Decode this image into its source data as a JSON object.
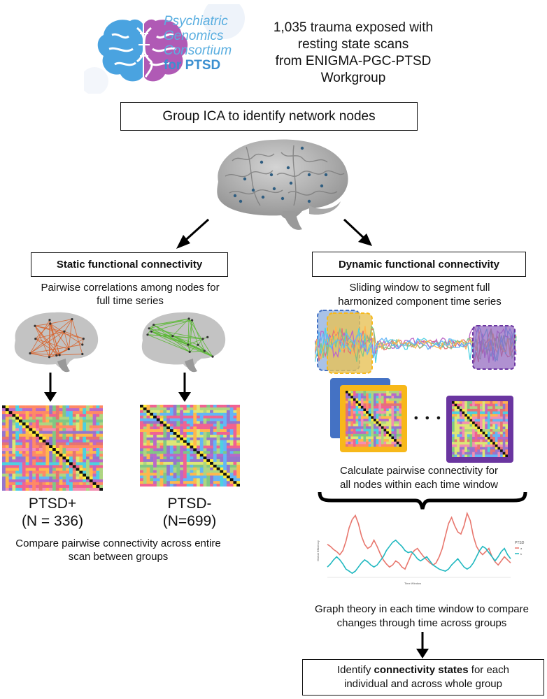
{
  "logo": {
    "line1": "Psychiatric",
    "line2": "Genomics",
    "line3": "Consortium",
    "line4": "for PTSD"
  },
  "intro": {
    "lines": [
      "1,035 trauma exposed with",
      "resting state scans",
      "from ENIGMA-PGC-PTSD",
      "Workgroup"
    ]
  },
  "ica_box": "Group ICA to identify network nodes",
  "static": {
    "title": "Static functional connectivity",
    "desc_lines": [
      "Pairwise correlations among nodes for",
      "full time series"
    ],
    "group_plus": {
      "label": "PTSD+",
      "n": "(N = 336)"
    },
    "group_minus": {
      "label": "PTSD-",
      "n": "(N=699)"
    },
    "compare_lines": [
      "Compare pairwise connectivity across entire",
      "scan between groups"
    ]
  },
  "dynamic": {
    "title": "Dynamic functional connectivity",
    "desc_lines": [
      "Sliding window to segment full",
      "harmonized component time series"
    ],
    "ellipsis": "• • •",
    "calc_lines": [
      "Calculate pairwise connectivity for",
      "all nodes within each time window"
    ],
    "graph_lines": [
      "Graph theory in each time window to compare",
      "changes through time across groups"
    ],
    "identify_pre": "Identify ",
    "identify_bold": "connectivity states",
    "identify_post": " for each",
    "identify_line2": "individual and across whole group"
  },
  "chart_data": {
    "type": "line",
    "xlabel": "Time Window",
    "ylabel": "Global Efficiency",
    "legend_title": "PTSD",
    "legend_entries": [
      "a",
      "b"
    ],
    "series": [
      {
        "name": "a",
        "color": "#e8776e",
        "values": [
          0.62,
          0.6,
          0.57,
          0.55,
          0.52,
          0.56,
          0.65,
          0.78,
          0.86,
          0.9,
          0.82,
          0.7,
          0.62,
          0.58,
          0.6,
          0.66,
          0.6,
          0.53,
          0.47,
          0.43,
          0.4,
          0.42,
          0.46,
          0.44,
          0.4,
          0.38,
          0.45,
          0.52,
          0.56,
          0.58,
          0.54,
          0.5,
          0.47,
          0.44,
          0.42,
          0.44,
          0.5,
          0.58,
          0.7,
          0.82,
          0.88,
          0.8,
          0.74,
          0.72,
          0.8,
          0.92,
          0.85,
          0.7,
          0.6,
          0.55,
          0.52,
          0.55,
          0.58,
          0.5,
          0.45,
          0.42,
          0.46,
          0.5,
          0.47,
          0.44
        ]
      },
      {
        "name": "b",
        "color": "#20b8c0",
        "values": [
          0.4,
          0.43,
          0.47,
          0.5,
          0.47,
          0.43,
          0.38,
          0.36,
          0.34,
          0.36,
          0.4,
          0.44,
          0.47,
          0.45,
          0.42,
          0.4,
          0.42,
          0.46,
          0.5,
          0.56,
          0.6,
          0.64,
          0.66,
          0.63,
          0.6,
          0.56,
          0.54,
          0.55,
          0.52,
          0.48,
          0.46,
          0.48,
          0.5,
          0.46,
          0.42,
          0.4,
          0.38,
          0.37,
          0.36,
          0.38,
          0.42,
          0.45,
          0.48,
          0.44,
          0.4,
          0.38,
          0.4,
          0.44,
          0.5,
          0.56,
          0.6,
          0.58,
          0.54,
          0.5,
          0.46,
          0.5,
          0.55,
          0.58,
          0.52,
          0.48
        ]
      }
    ]
  },
  "colors": {
    "static_edge": "#d9622a",
    "minus_edge": "#58b830",
    "win_blue": "#4472c4",
    "win_gold": "#f7b81a",
    "win_purple": "#6a35a0"
  }
}
